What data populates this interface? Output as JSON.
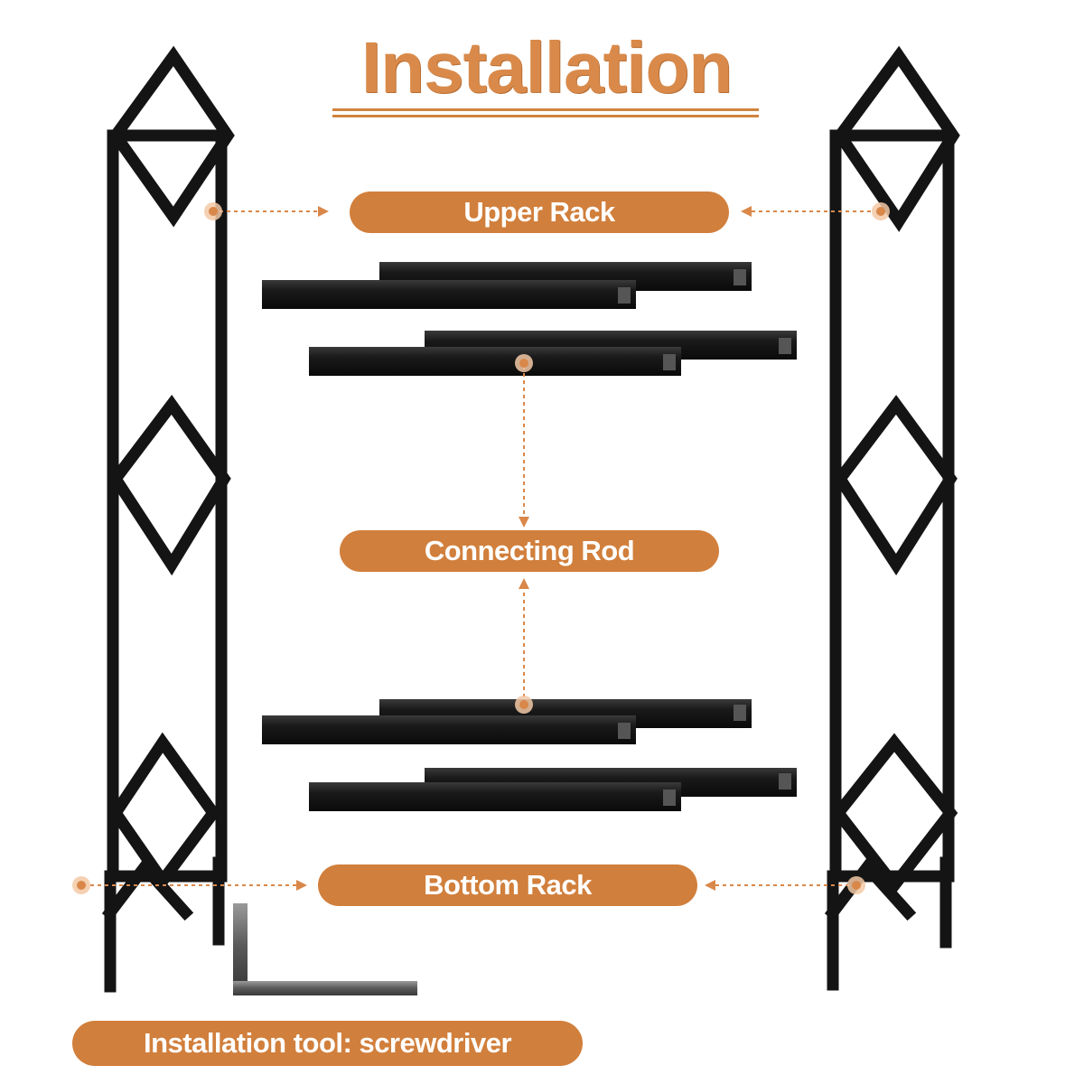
{
  "title": "Installation",
  "labels": {
    "upper_rack": "Upper Rack",
    "connecting_rod": "Connecting Rod",
    "bottom_rack": "Bottom Rack",
    "tool": "Installation tool: screwdriver"
  },
  "colors": {
    "accent": "#d17f3c",
    "title": "#d98a4a",
    "rack_black": "#141414",
    "leader": "#d9884a"
  }
}
